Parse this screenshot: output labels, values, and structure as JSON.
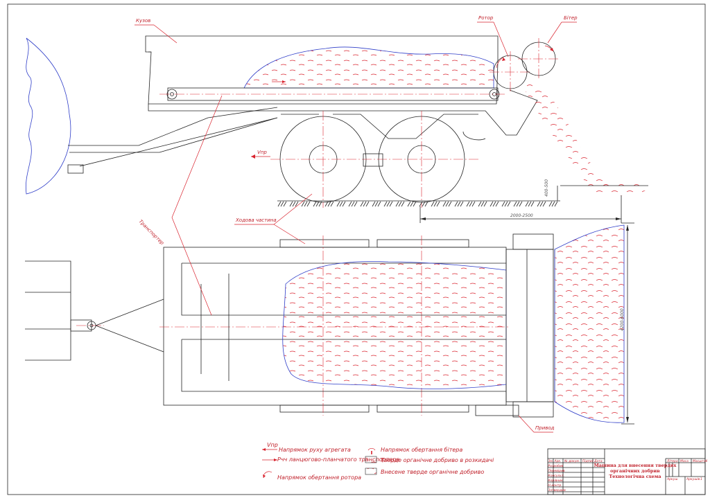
{
  "labels": {
    "body": "Кузов",
    "rotor": "Ротор",
    "beater": "Бітер",
    "velocity": "Vпр",
    "conveyor": "Транспортер",
    "chassis": "Ходова частина",
    "drive": "Привод"
  },
  "dimensions": {
    "height": "400-500",
    "throw_distance": "2000-2500",
    "spread_width": "4200-6000"
  },
  "legend": [
    {
      "symbol": "Vпр",
      "text": "Напрямок руху агрегата"
    },
    {
      "symbol": "Pчч",
      "text": "Pчч ланцюгово-планчатого транспортера"
    },
    {
      "symbol": "",
      "text": "Напрямок обертання ротора"
    },
    {
      "symbol": "",
      "text": "Напрямок обертання бітера"
    },
    {
      "symbol": "",
      "text": "Тверде органічне добриво в розкидачі"
    },
    {
      "symbol": "",
      "text": "Внесене тверде органічне добриво"
    }
  ],
  "title_block": {
    "title_line1": "Машина для внесення твердих",
    "title_line2": "органічних добрив",
    "title_line3": "Технологічна схема",
    "col_headers": [
      "Літера",
      "Маса",
      "Масштаб"
    ],
    "change_headers": [
      "Зм.",
      "Арк.",
      "№ докум.",
      "Підпис",
      "Дата"
    ],
    "roles": [
      "Розробив",
      "Перевірив",
      "Консульт.",
      "Керівник",
      "Н.контр.",
      "Затвердив"
    ],
    "sheet": "Аркуш",
    "sheets": "Аркушів",
    "sheets_count": "1"
  },
  "colors": {
    "line": "#222222",
    "annotation": "#d9232e",
    "outline": "#2d3cc8"
  }
}
